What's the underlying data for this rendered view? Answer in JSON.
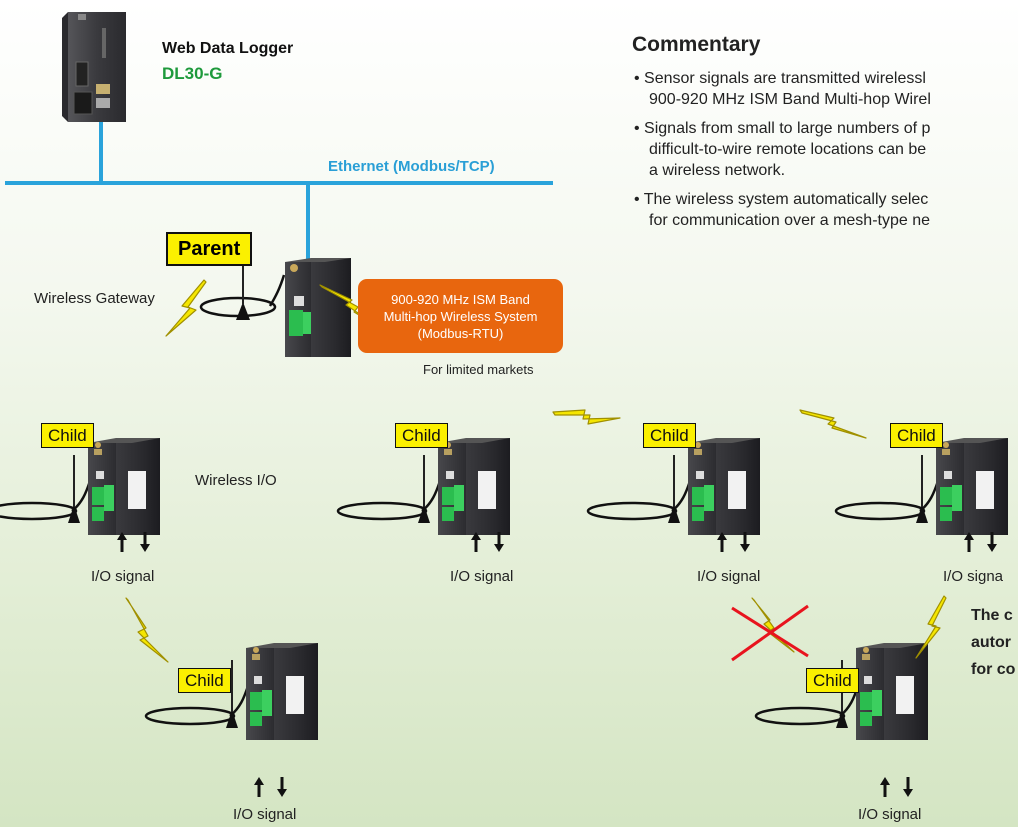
{
  "logger": {
    "title": "Web Data Logger",
    "model": "DL30-G"
  },
  "network": {
    "ethernet_label": "Ethernet (Modbus/TCP)"
  },
  "gateway": {
    "role": "Parent",
    "label": "Wireless Gateway"
  },
  "wireless_system": {
    "lines": [
      "900-920 MHz ISM Band",
      "Multi-hop Wireless System",
      "(Modbus-RTU)"
    ],
    "note": "For limited markets"
  },
  "commentary": {
    "title": "Commentary",
    "bullets": [
      [
        "• Sensor signals are transmitted wirelessl",
        "900-920 MHz ISM Band Multi-hop Wirel"
      ],
      [
        "• Signals from small to large numbers of p",
        "difficult-to-wire remote locations can be",
        "a wireless network."
      ],
      [
        "• The wireless system automatically selec",
        "for communication over a mesh-type ne"
      ]
    ]
  },
  "nodes": {
    "child_label": "Child",
    "io_label": "I/O signal",
    "io_label_clipped": "I/O signa",
    "wireless_io_label": "Wireless I/O"
  },
  "auto_note": {
    "lines": [
      "The c",
      "autor",
      "for co"
    ]
  },
  "colors": {
    "ethernet": "#2aa3db",
    "tag_yellow": "#fbf000",
    "orange": "#e8660e",
    "lightning": "#f5e600",
    "model_green": "#1e9a3c",
    "cross_red": "#e8141e"
  }
}
